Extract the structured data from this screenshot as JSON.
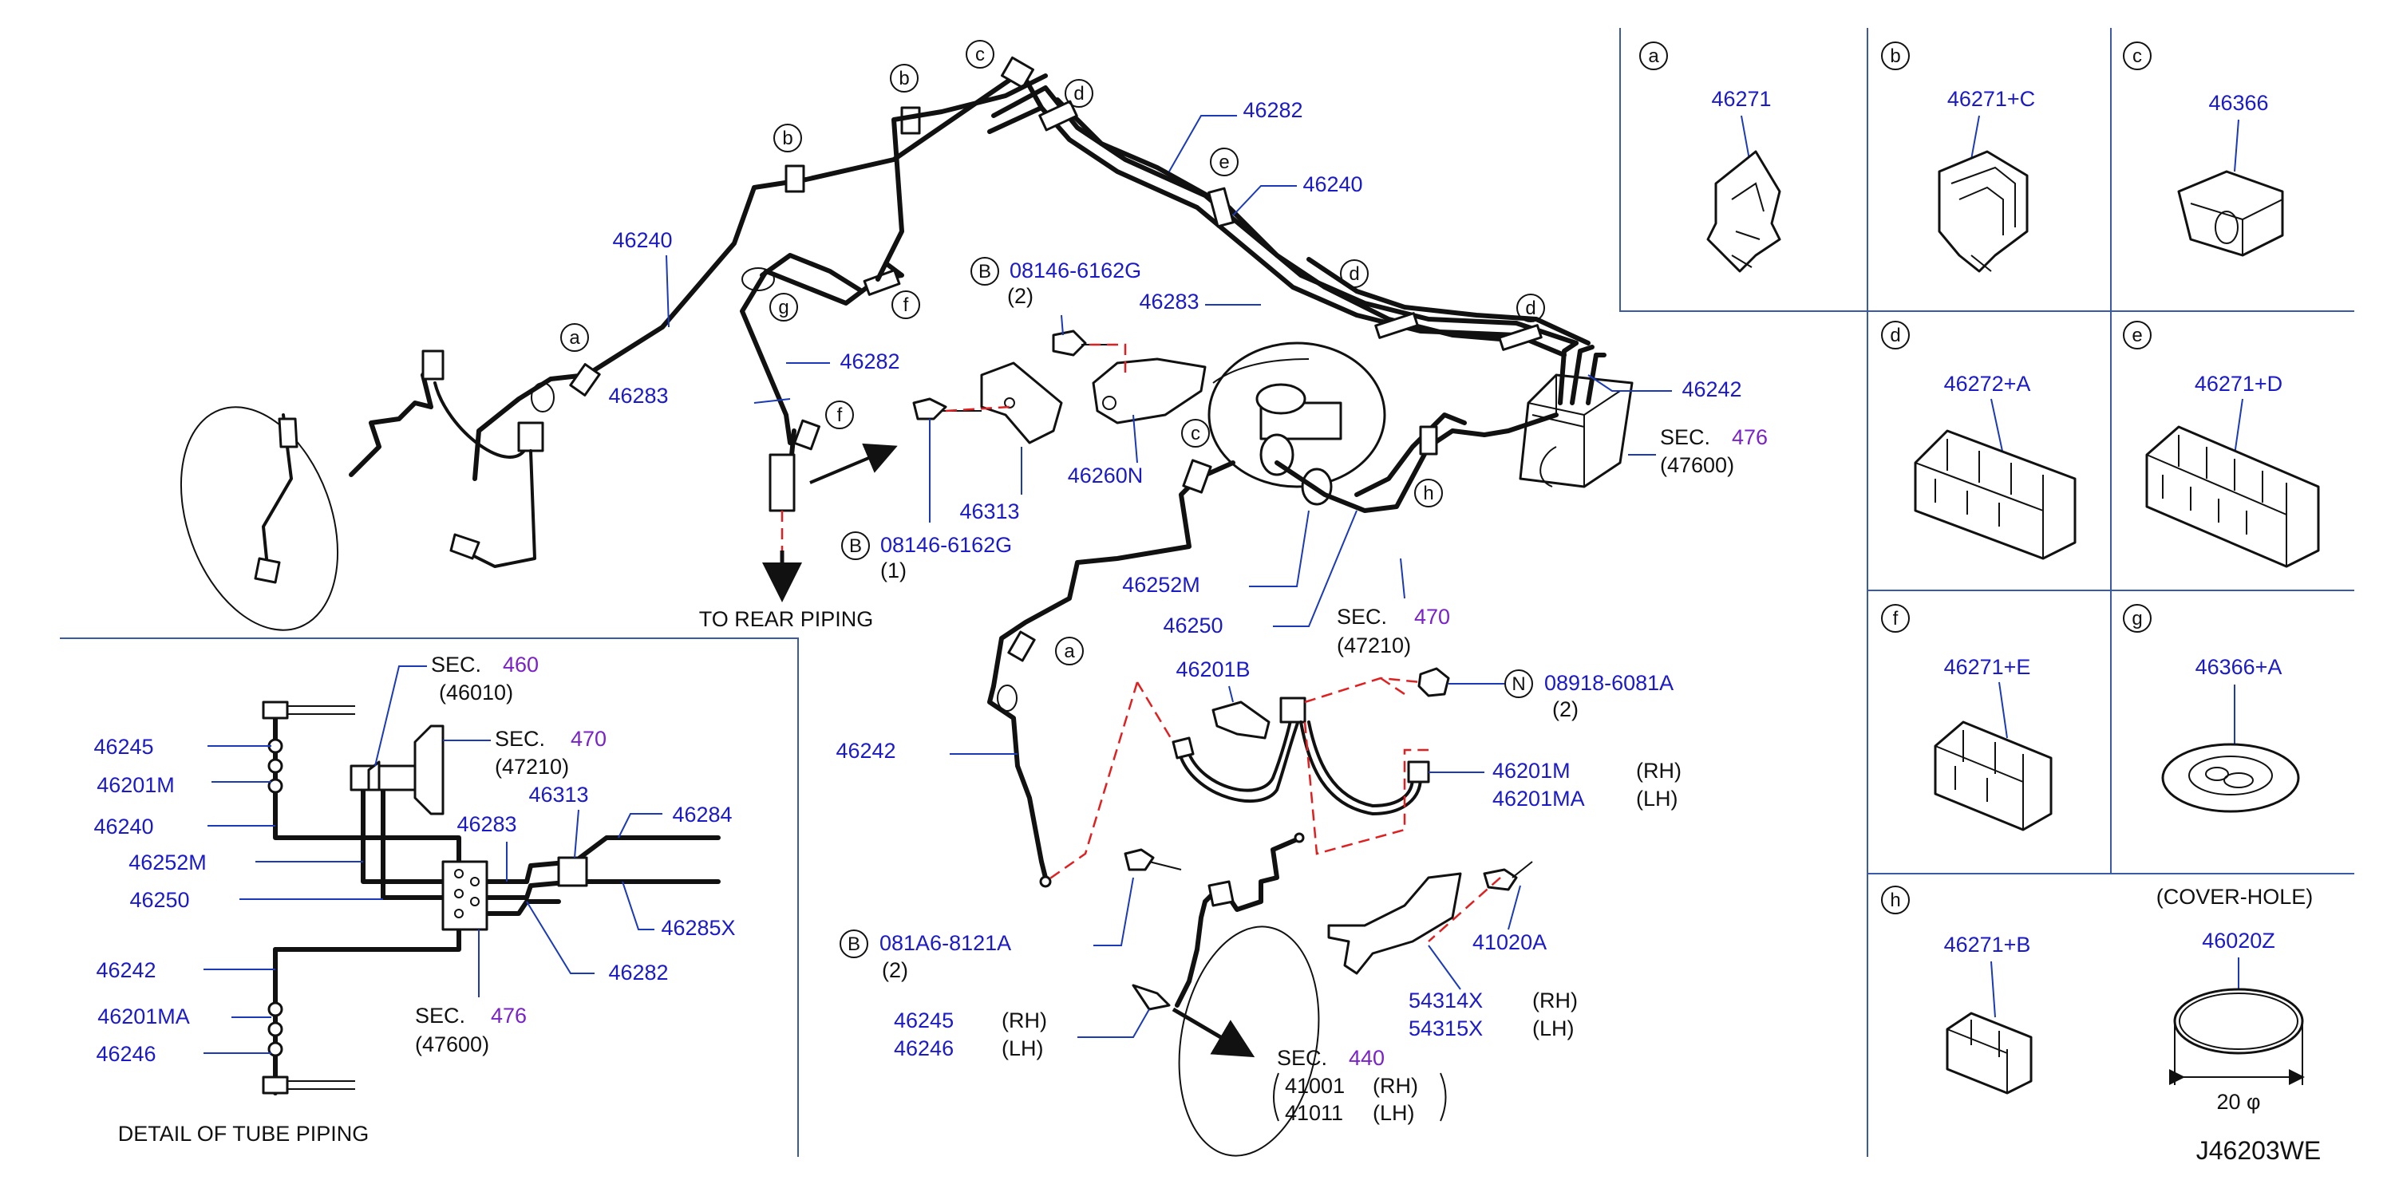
{
  "diagram": {
    "code": "J46203WE",
    "colors": {
      "part_number": "#1a1ac8",
      "section_number": "#7a22c8",
      "frame": "#3a5aa8",
      "leader": "#1a3ab8",
      "dashed_guide": "#e02020"
    }
  },
  "main": {
    "labels": {
      "l46240a": "46240",
      "l46283a": "46283",
      "l46282a": "46282",
      "l46282b": "46282",
      "l46240b": "46240",
      "l46283b": "46283",
      "l46242a": "46242",
      "bolt1_pn": "08146-6162G",
      "bolt1_q": "(2)",
      "bolt2_pn": "08146-6162G",
      "bolt2_q": "(1)",
      "l46313": "46313",
      "l46260N": "46260N",
      "to_rear": "TO  REAR   PIPING",
      "sec476_a": "SEC.",
      "sec476_n": "476",
      "sec476_c": "(47600)",
      "sec470_a": "SEC.",
      "sec470_n": "470",
      "sec470_c": "(47210)",
      "l46252M": "46252M",
      "l46250": "46250",
      "l46201B": "46201B",
      "l46242b": "46242",
      "nut_pn": "08918-6081A",
      "nut_q": "(2)",
      "l46201M": "46201M",
      "l46201M_s": "(RH)",
      "l46201MA": "46201MA",
      "l46201MA_s": "(LH)",
      "bolt3_pn": "081A6-8121A",
      "bolt3_q": "(2)",
      "l41020A": "41020A",
      "l54314X": "54314X",
      "l54314X_s": "(RH)",
      "l54315X": "54315X",
      "l54315X_s": "(LH)",
      "l46245": "46245",
      "l46245_s": "(RH)",
      "l46246": "46246",
      "l46246_s": "(LH)",
      "sec440_a": "SEC.",
      "sec440_n": "440",
      "l41001": "41001",
      "l41001_s": "(RH)",
      "l41011": "41011",
      "l41011_s": "(LH)"
    },
    "callouts": {
      "a1": "a",
      "a2": "a",
      "b1": "b",
      "b2": "b",
      "c1": "c",
      "c2": "c",
      "d1": "d",
      "d2": "d",
      "d3": "d",
      "e1": "e",
      "f1": "f",
      "f2": "f",
      "g1": "g",
      "h1": "h",
      "B1": "B",
      "B2": "B",
      "B3": "B",
      "N1": "N"
    }
  },
  "detail": {
    "title": "DETAIL  OF  TUBE  PIPING",
    "labels": {
      "sec460_a": "SEC.",
      "sec460_n": "460",
      "sec460_c": "(46010)",
      "sec470_a": "SEC.",
      "sec470_n": "470",
      "sec470_c": "(47210)",
      "sec476_a": "SEC.",
      "sec476_n": "476",
      "sec476_c": "(47600)",
      "d46245": "46245",
      "d46201M": "46201M",
      "d46240": "46240",
      "d46252M": "46252M",
      "d46250": "46250",
      "d46283": "46283",
      "d46313": "46313",
      "d46284": "46284",
      "d46285X": "46285X",
      "d46282": "46282",
      "d46242": "46242",
      "d46201MA": "46201MA",
      "d46246": "46246"
    }
  },
  "clips": [
    {
      "letter": "a",
      "part": "46271",
      "icon": "clip-icon"
    },
    {
      "letter": "b",
      "part": "46271+C",
      "icon": "clip-icon"
    },
    {
      "letter": "c",
      "part": "46366",
      "icon": "clamp-icon"
    },
    {
      "letter": "d",
      "part": "46272+A",
      "icon": "triple-clip-icon"
    },
    {
      "letter": "e",
      "part": "46271+D",
      "icon": "quad-clip-icon"
    },
    {
      "letter": "f",
      "part": "46271+E",
      "icon": "double-clip-icon"
    },
    {
      "letter": "g",
      "part": "46366+A",
      "icon": "grommet-icon"
    },
    {
      "letter": "h",
      "part": "46271+B",
      "icon": "small-clip-icon"
    },
    {
      "letter": "",
      "part": "46020Z",
      "note": "(COVER-HOLE)",
      "dim": "20 φ",
      "icon": "cover-hole-icon"
    }
  ]
}
